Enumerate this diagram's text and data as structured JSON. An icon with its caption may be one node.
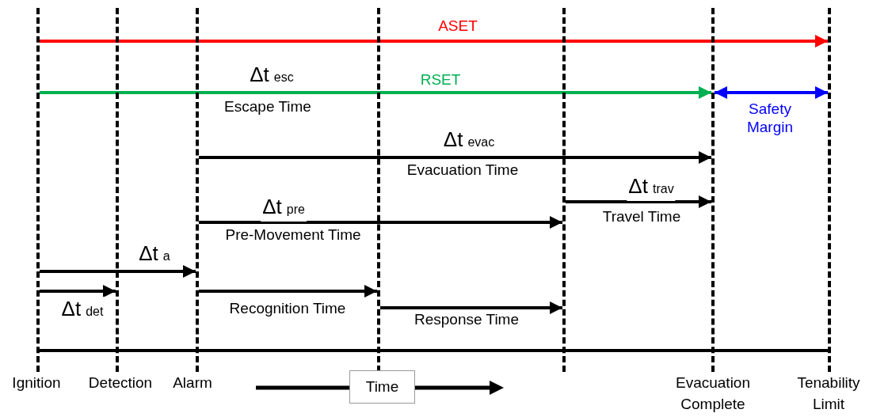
{
  "diagram": {
    "nodes": [
      {
        "text": [
          "Ignition"
        ]
      },
      {
        "text": [
          "Detection"
        ]
      },
      {
        "text": [
          "Alarm"
        ]
      },
      {
        "text": [],
        "shape": "bar"
      },
      {
        "text": [],
        "shape": "bar"
      },
      {
        "text": [
          "Evacuation Complete"
        ]
      },
      {
        "text": [
          "Tenability Limit"
        ]
      },
      {
        "text": [
          "Time"
        ]
      }
    ],
    "edges": [
      {
        "from": 0,
        "to": 6,
        "arrow": "to",
        "label": "ASET",
        "color": "#ff0000"
      },
      {
        "from": 0,
        "to": 5,
        "arrow": "to",
        "label": "RSET",
        "color": "#00b050"
      },
      {
        "from": 5,
        "to": 6,
        "arrow": "both",
        "label": "Safety Margin",
        "color": "#0000ff"
      },
      {
        "from": 2,
        "to": 5,
        "arrow": "to",
        "label": "Evacuation Time"
      },
      {
        "from": 4,
        "to": 5,
        "arrow": "to",
        "label": "Travel Time"
      },
      {
        "from": 2,
        "to": 4,
        "arrow": "to",
        "label": "Pre-Movement Time"
      },
      {
        "from": 0,
        "to": 2,
        "arrow": "to"
      },
      {
        "from": 0,
        "to": 1,
        "arrow": "to"
      },
      {
        "from": 2,
        "to": 3,
        "arrow": "to",
        "label": "Recognition Time"
      },
      {
        "from": 3,
        "to": 4,
        "arrow": "to",
        "label": "Response Time"
      },
      {
        "from": 0,
        "to": 6,
        "arrow": "none"
      }
    ],
    "labels": [
      "Δt$_{esc}$",
      "Escape Time",
      "Δt$_{evac}$",
      "Δt$_{trav}$",
      "Δt$_{pre}$",
      "Δt$_{a}$",
      "Δt$_{det}$"
    ]
  }
}
